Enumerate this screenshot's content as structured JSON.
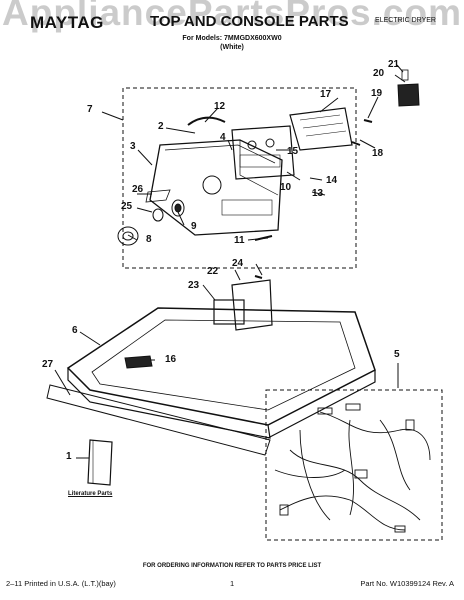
{
  "watermark": "AppliancePartsPros.com",
  "header": {
    "brand": "MAYTAG",
    "title": "TOP AND CONSOLE PARTS",
    "doc_type": "ELECTRIC DRYER",
    "models_line": "For Models: 7MMGDX600XW0",
    "color": "(White)"
  },
  "callouts": {
    "c1": "1",
    "c2": "2",
    "c3": "3",
    "c4": "4",
    "c5": "5",
    "c6": "6",
    "c7": "7",
    "c8": "8",
    "c9": "9",
    "c10": "10",
    "c11": "11",
    "c12": "12",
    "c13": "13",
    "c14": "14",
    "c15": "15",
    "c16": "16",
    "c17": "17",
    "c18": "18",
    "c19": "19",
    "c20": "20",
    "c21": "21",
    "c22": "22",
    "c23": "23",
    "c24": "24",
    "c25": "25",
    "c26": "26",
    "c27": "27"
  },
  "literature_label": "Literature Parts",
  "footer": {
    "ordering_note": "FOR ORDERING INFORMATION REFER TO PARTS PRICE LIST",
    "printed": "2–11 Printed in U.S.A. (L.T.)(bay)",
    "page": "1",
    "part_no": "Part No. W10399124 Rev. A"
  },
  "colors": {
    "ink": "#111111",
    "watermark": "#828282"
  }
}
